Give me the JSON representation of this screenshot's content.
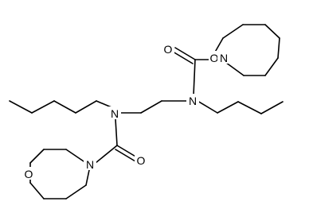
{
  "atoms": {
    "o_top_ring": "O",
    "n_top_ring": "N",
    "o_top_carbonyl": "O",
    "n_right": "N",
    "n_left": "N",
    "o_bottom_carbonyl": "O",
    "n_bottom_ring": "N",
    "o_bottom_ring": "O"
  },
  "colors": {
    "bond": "#000000",
    "label": "#000000",
    "background": "#ffffff"
  }
}
